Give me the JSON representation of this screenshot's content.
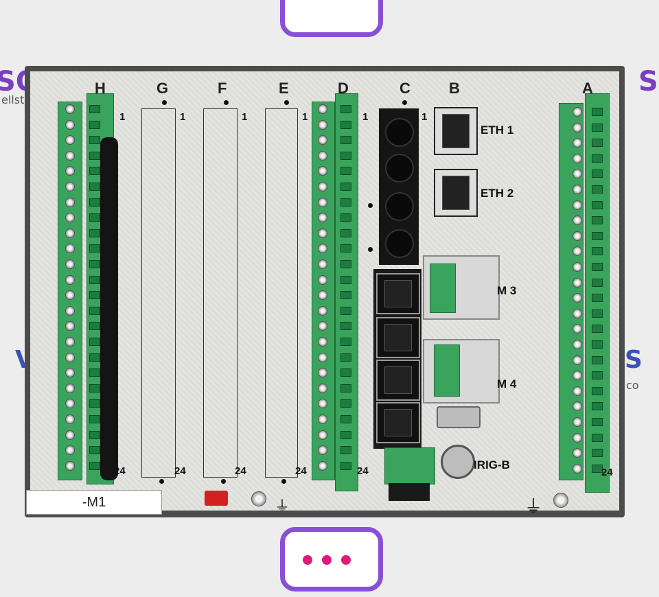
{
  "slot_labels": [
    "H",
    "G",
    "F",
    "E",
    "D",
    "C",
    "B",
    "A"
  ],
  "term_first": "1",
  "term_last": "24",
  "ports": {
    "eth1": "ETH 1",
    "eth2": "ETH 2",
    "m3": "M 3",
    "m4": "M 4",
    "irig": "IRIG-B"
  },
  "nameplate": "-M1",
  "watermark_left": "SOC",
  "watermark_left_sub": "ellst",
  "watermark_right": "SC",
  "watermark_mid_left": "V",
  "watermark_mid_right": "S",
  "watermark_mid_right_sub": "co"
}
